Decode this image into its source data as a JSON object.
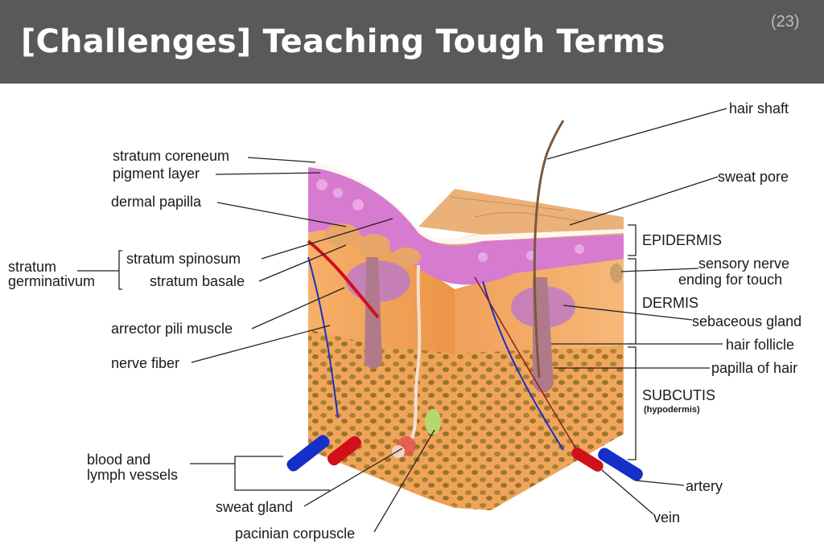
{
  "header": {
    "title": "[Challenges] Teaching Tough Terms",
    "slide_number": "(23)"
  },
  "diagram": {
    "labels": {
      "stratum_coreneum": "stratum coreneum",
      "pigment_layer": "pigment layer",
      "dermal_papilla": "dermal papilla",
      "stratum_germinativum_line1": "stratum",
      "stratum_germinativum_line2": "germinativum",
      "stratum_spinosum": "stratum spinosum",
      "stratum_basale": "stratum basale",
      "arrector_pili_muscle": "arrector pili muscle",
      "nerve_fiber": "nerve fiber",
      "blood_lymph_line1": "blood and",
      "blood_lymph_line2": "lymph vessels",
      "sweat_gland": "sweat gland",
      "pacinian_corpuscle": "pacinian corpuscle",
      "hair_shaft": "hair shaft",
      "sweat_pore": "sweat pore",
      "epidermis": "EPIDERMIS",
      "sensory_nerve_line1": "sensory nerve",
      "sensory_nerve_line2": "ending for touch",
      "dermis": "DERMIS",
      "sebaceous_gland": "sebaceous gland",
      "hair_follicle": "hair follicle",
      "papilla_of_hair": "papilla of hair",
      "subcutis": "SUBCUTIS",
      "hypodermis": "(hypodermis)",
      "artery": "artery",
      "vein": "vein"
    },
    "colors": {
      "header_bg": "#595959",
      "skin_orange": "#f3a45c",
      "epidermis_pink": "#d77bd0",
      "fat_lobule": "#8a6a2a",
      "artery_red": "#d0101a",
      "vein_blue": "#1430c8"
    }
  }
}
